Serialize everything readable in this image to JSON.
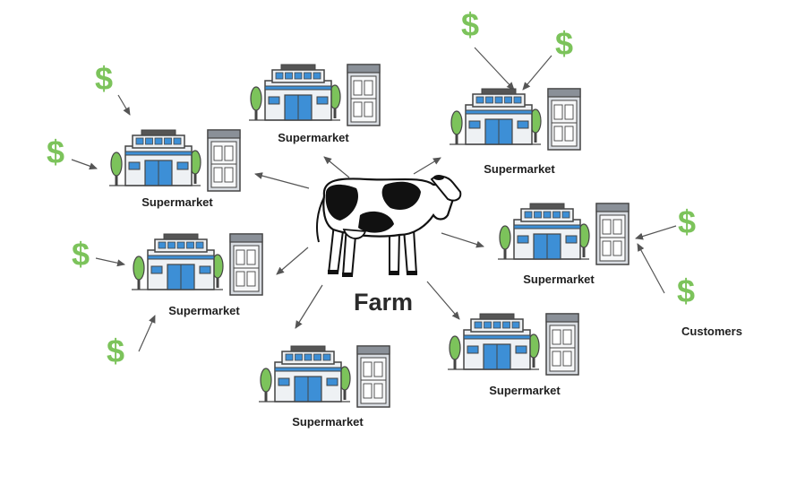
{
  "center": {
    "label": "Farm",
    "icon": "cow-icon"
  },
  "supermarket_label": "Supermarket",
  "customers_label": "Customers",
  "dollar_symbol": "$",
  "colors": {
    "dollar": "#7cc35b",
    "building_blue": "#3d8fd6",
    "building_wall": "#eef1f4",
    "outline": "#444444",
    "tree": "#7cc35b",
    "arrow": "#555555",
    "fridge": "#d9dde2"
  },
  "supermarkets": [
    {
      "id": "top-left"
    },
    {
      "id": "top-center"
    },
    {
      "id": "top-right"
    },
    {
      "id": "right"
    },
    {
      "id": "bottom-right"
    },
    {
      "id": "bottom-center"
    },
    {
      "id": "left"
    }
  ],
  "dollars": [
    {
      "id": "tl-1"
    },
    {
      "id": "tl-2"
    },
    {
      "id": "tr-1"
    },
    {
      "id": "tr-2"
    },
    {
      "id": "r-1"
    },
    {
      "id": "r-2"
    },
    {
      "id": "l-1"
    },
    {
      "id": "l-2"
    }
  ]
}
